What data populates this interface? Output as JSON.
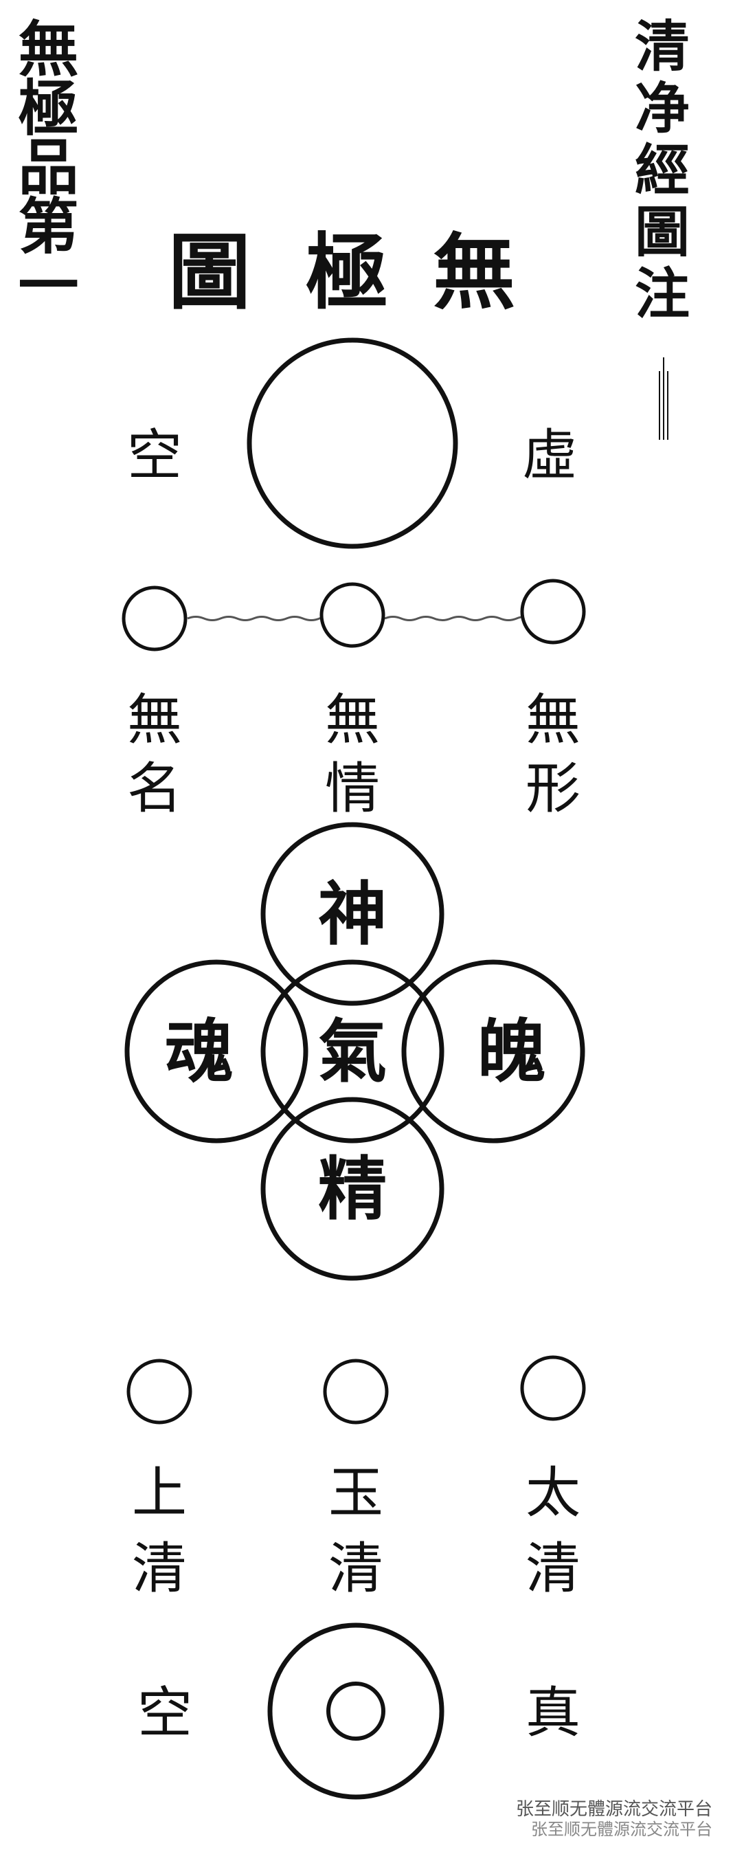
{
  "section_title": "無極品第一",
  "book_title": "清净經圖注",
  "diagram_title": [
    "無",
    "極",
    "圖"
  ],
  "top": {
    "left": "空",
    "right": "虛"
  },
  "triple_small": {
    "labels": [
      {
        "line1": "無",
        "line2": "名"
      },
      {
        "line1": "無",
        "line2": "情"
      },
      {
        "line1": "無",
        "line2": "形"
      }
    ]
  },
  "five_circles": {
    "top": "神",
    "left": "魂",
    "center": "氣",
    "right": "魄",
    "bottom": "精"
  },
  "three_pure": {
    "labels": [
      {
        "line1": "上",
        "line2": "清"
      },
      {
        "line1": "玉",
        "line2": "清"
      },
      {
        "line1": "太",
        "line2": "清"
      }
    ]
  },
  "bottom": {
    "left": "空",
    "right": "真"
  },
  "watermark": {
    "line1": "张至顺无體源流交流平台",
    "line2": "张至顺无體源流交流平台"
  },
  "colors": {
    "ink": "#111111",
    "paper": "#ffffff"
  }
}
